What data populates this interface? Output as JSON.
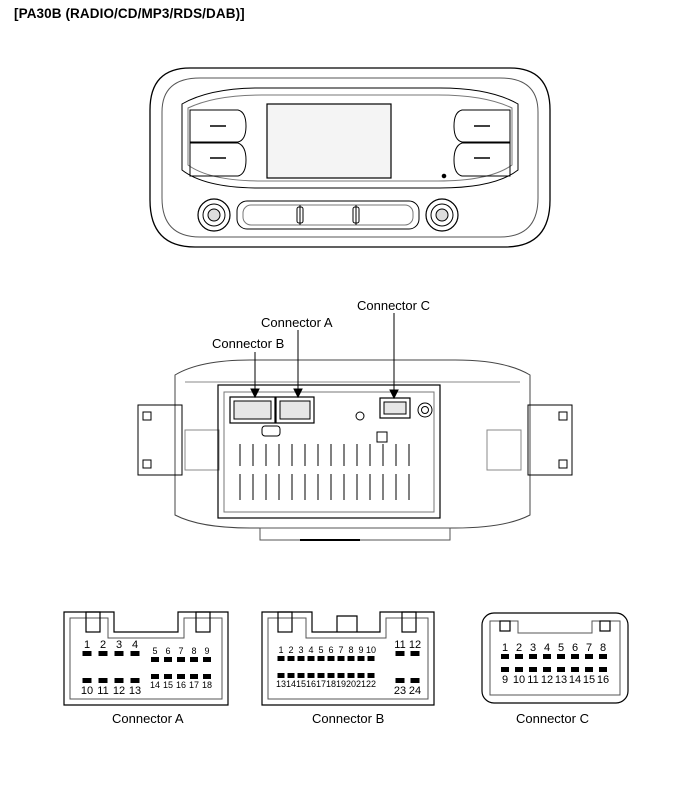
{
  "title": "[PA30B (RADIO/CD/MP3/RDS/DAB)]",
  "callouts": {
    "connector_c": "Connector C",
    "connector_a": "Connector A",
    "connector_b": "Connector B"
  },
  "captions": {
    "connector_a": "Connector A",
    "connector_b": "Connector B",
    "connector_c": "Connector C"
  },
  "connector_a": {
    "top_left": [
      "1",
      "2",
      "3",
      "4"
    ],
    "top_right": [
      "5",
      "6",
      "7",
      "8",
      "9"
    ],
    "bottom_left": [
      "10",
      "11",
      "12",
      "13"
    ],
    "bottom_right": [
      "14",
      "15",
      "16",
      "17",
      "18"
    ]
  },
  "connector_b": {
    "top_main": [
      "1",
      "2",
      "3",
      "4",
      "5",
      "6",
      "7",
      "8",
      "9",
      "10"
    ],
    "top_side": [
      "11",
      "12"
    ],
    "bottom_main": [
      "13",
      "14",
      "15",
      "16",
      "17",
      "18",
      "19",
      "20",
      "21",
      "22"
    ],
    "bottom_side": [
      "23",
      "24"
    ]
  },
  "connector_c": {
    "top": [
      "1",
      "2",
      "3",
      "4",
      "5",
      "6",
      "7",
      "8"
    ],
    "bottom": [
      "9",
      "10",
      "11",
      "12",
      "13",
      "14",
      "15",
      "16"
    ]
  },
  "colors": {
    "line": "#000000",
    "grey": "#666666",
    "screen": "#f2f2f2"
  }
}
